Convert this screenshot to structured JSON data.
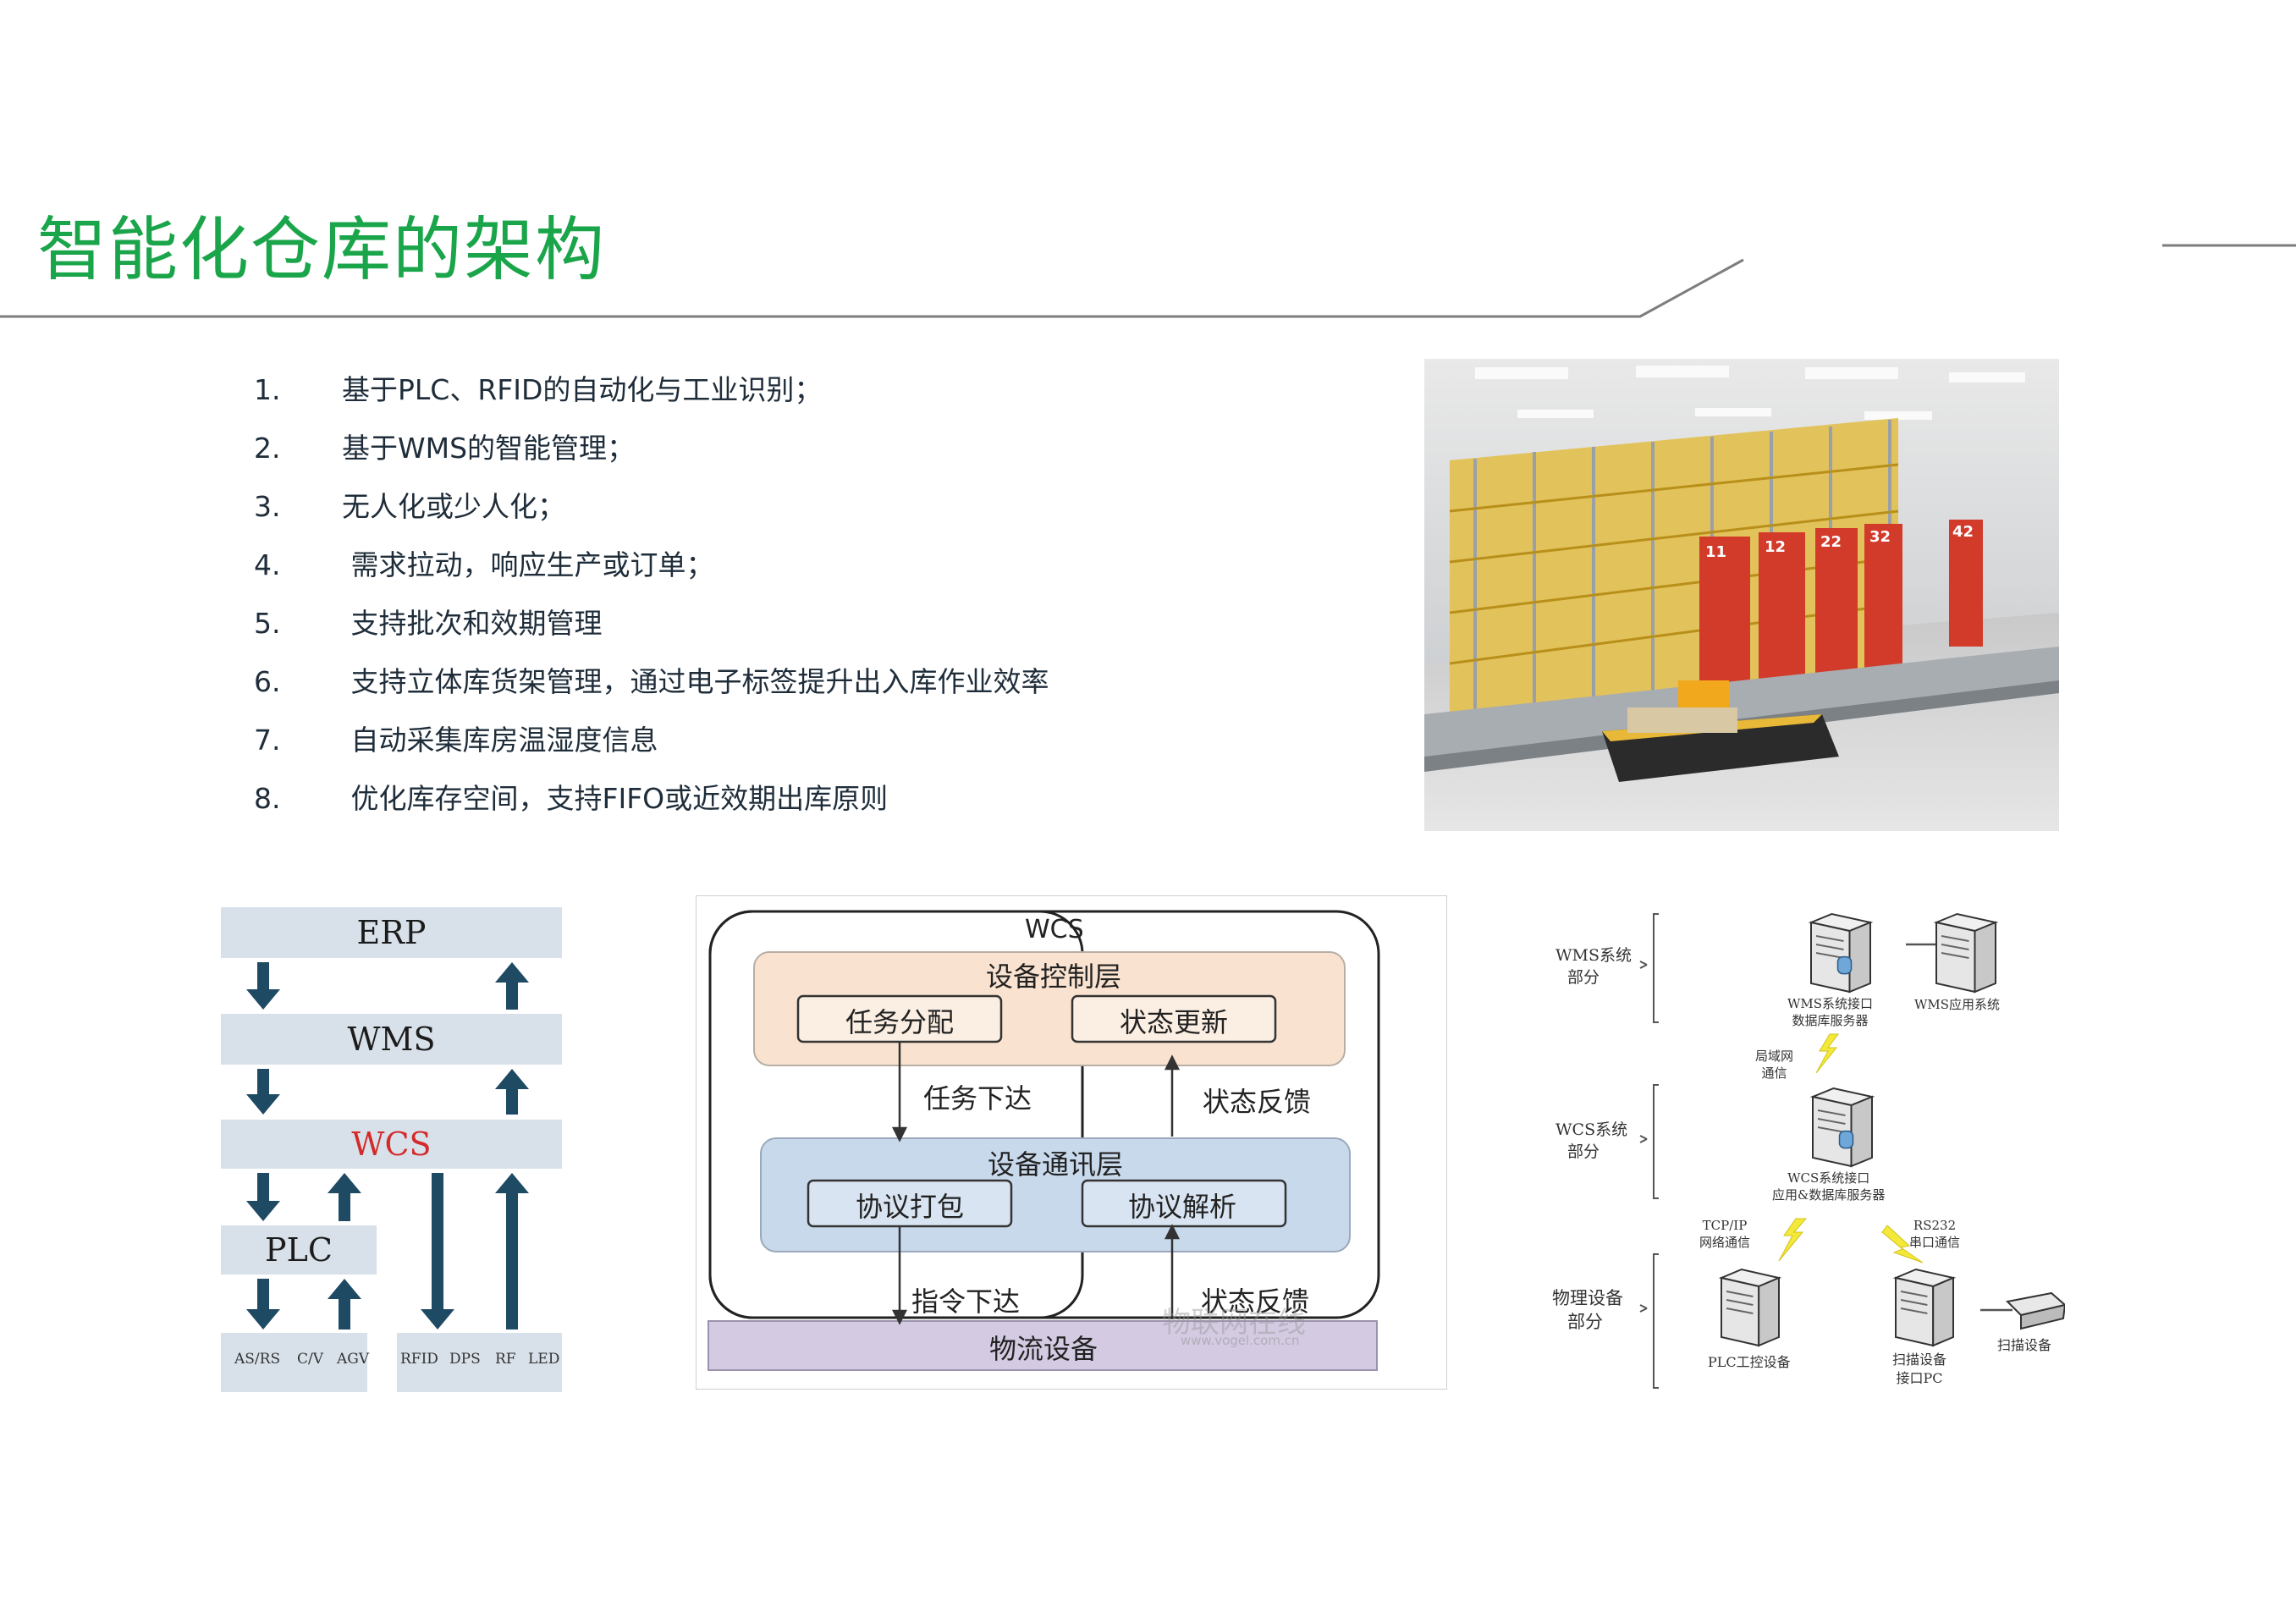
{
  "title": "智能化仓库的架构",
  "bullets": [
    {
      "num": "1.",
      "text": "基于PLC、RFID的自动化与工业识别；"
    },
    {
      "num": "2.",
      "text": "基于WMS的智能管理；"
    },
    {
      "num": "3.",
      "text": "无人化或少人化；"
    },
    {
      "num": "4.",
      "text": " 需求拉动，响应生产或订单；"
    },
    {
      "num": "5.",
      "text": " 支持批次和效期管理"
    },
    {
      "num": "6.",
      "text": " 支持立体库货架管理，通过电子标签提升出入库作业效率"
    },
    {
      "num": "7.",
      "text": " 自动采集库房温湿度信息"
    },
    {
      "num": "8.",
      "text": " 优化库存空间，支持FIFO或近效期出库原则"
    }
  ],
  "photo": {
    "rack_labels": [
      "11",
      "12",
      "22",
      "32",
      "42"
    ]
  },
  "diagram1": {
    "erp": "ERP",
    "wms": "WMS",
    "wcs": "WCS",
    "plc": "PLC",
    "leaves": [
      "AS/RS",
      "C/V",
      "AGV",
      "RFID",
      "DPS",
      "RF",
      "LED"
    ],
    "wcs_color": "#d42a2a",
    "arrow_color": "#1e4a64"
  },
  "diagram2": {
    "wcs": "WCS",
    "control_layer": "设备控制层",
    "task_assign": "任务分配",
    "status_update": "状态更新",
    "task_issue": "任务下达",
    "status_feedback_1": "状态反馈",
    "comm_layer": "设备通讯层",
    "protocol_pack": "协议打包",
    "protocol_parse": "协议解析",
    "cmd_issue": "指令下达",
    "status_feedback_2": "状态反馈",
    "logistics": "物流设备",
    "watermark": "物联网在线",
    "watermark_url": "www.vogel.com.cn"
  },
  "diagram3": {
    "wms_part": [
      "WMS系统",
      "部分"
    ],
    "wcs_part": [
      "WCS系统",
      "部分"
    ],
    "phys_part": [
      "物理设备",
      "部分"
    ],
    "wms_db": [
      "WMS系统接口",
      "数据库服务器"
    ],
    "wms_app": "WMS应用系统",
    "lan": [
      "局域网",
      "通信"
    ],
    "wcs_srv": [
      "WCS系统接口",
      "应用&数据库服务器"
    ],
    "tcp": [
      "TCP/IP",
      "网络通信"
    ],
    "rs232": [
      "RS232",
      "串口通信"
    ],
    "plc_dev": "PLC工控设备",
    "scan_pc": [
      "扫描设备",
      "接口PC"
    ],
    "scanner": "扫描设备"
  }
}
